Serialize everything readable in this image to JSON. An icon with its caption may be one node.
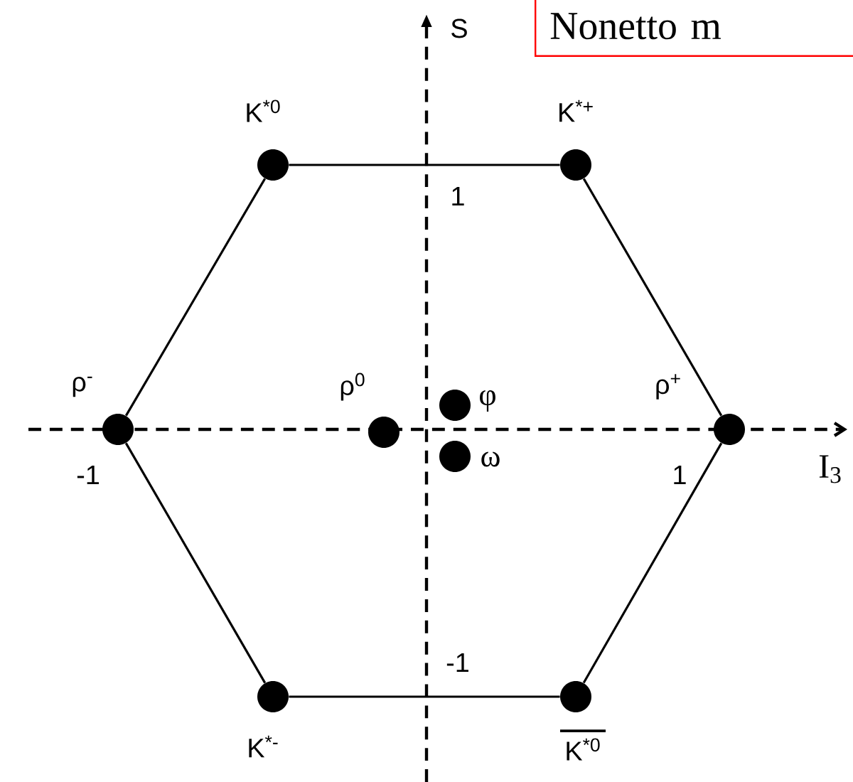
{
  "diagram": {
    "title": "Nonetto m",
    "nodes": [
      {
        "text": [],
        "shape": "circle",
        "beside": [
          "K$^{*0}$"
        ]
      },
      {
        "text": [],
        "shape": "circle",
        "beside": [
          "K$^{*+}$"
        ]
      },
      {
        "text": [],
        "shape": "circle",
        "beside": [
          "ρ$^{-}$"
        ]
      },
      {
        "text": [],
        "shape": "circle",
        "beside": [
          "ρ$^{0}$"
        ]
      },
      {
        "text": [],
        "shape": "circle",
        "beside": [
          "φ"
        ]
      },
      {
        "text": [],
        "shape": "circle",
        "beside": [
          "ω"
        ]
      },
      {
        "text": [],
        "shape": "circle",
        "beside": [
          "ρ$^{+}$"
        ]
      },
      {
        "text": [],
        "shape": "circle",
        "beside": [
          "K$^{*-}$"
        ]
      },
      {
        "text": [],
        "shape": "circle",
        "beside": [
          "K$^{*0}$"
        ]
      }
    ],
    "edges": [
      {
        "from": 0,
        "to": 1,
        "arrow": "none"
      },
      {
        "from": 1,
        "to": 6,
        "arrow": "none"
      },
      {
        "from": 6,
        "to": 8,
        "arrow": "none"
      },
      {
        "from": 8,
        "to": 7,
        "arrow": "none"
      },
      {
        "from": 7,
        "to": 2,
        "arrow": "none"
      },
      {
        "from": 2,
        "to": 0,
        "arrow": "none"
      }
    ],
    "labels": [
      "S",
      "1",
      "-1",
      "1",
      "-1",
      "I$_{3}$"
    ]
  }
}
